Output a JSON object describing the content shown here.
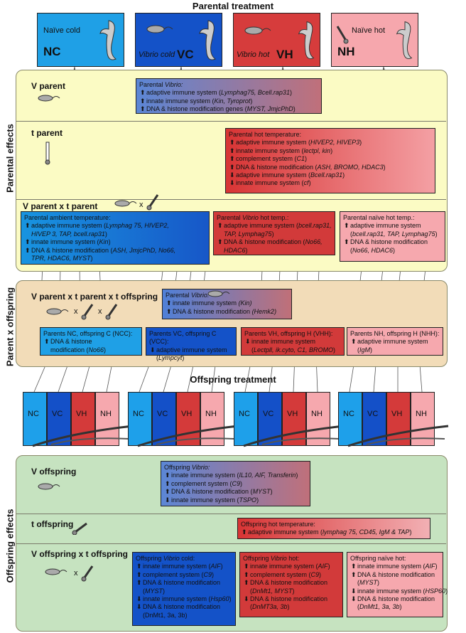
{
  "title_parental": "Parental treatment",
  "title_offspring": "Offspring treatment",
  "side_labels": {
    "parental": "Parental effects",
    "parent_offspring": "Parent x offspring",
    "offspring": "Offspring effects"
  },
  "parental_treatments": [
    {
      "name": "Naïve cold",
      "code": "NC",
      "color": "#1fa0e6"
    },
    {
      "name": "Vibrio cold",
      "code": "VC",
      "color": "#1452c8"
    },
    {
      "name": "Vibrio hot",
      "code": "VH",
      "color": "#d63c3c"
    },
    {
      "name": "Naïve hot",
      "code": "NH",
      "color": "#f6a7ad"
    }
  ],
  "rows": {
    "v_parent": "V parent",
    "t_parent": "t parent",
    "vxt_parent": "V parent x t parent",
    "x_symbol": "x",
    "vxtxo": "V parent x t parent x t offspring",
    "v_offspring": "V offspring",
    "t_offspring": "t offspring",
    "vxt_offspring": "V offspring x t offspring"
  },
  "boxes": {
    "parental_vibrio": {
      "head_pre": "Parental ",
      "head_it": "Vibrio:",
      "items": [
        {
          "dir": "up",
          "text": "adaptive immune system (",
          "it": "Lymphag75, Bcell.rap31",
          "end": ")"
        },
        {
          "dir": "up",
          "text": "innate immune system (",
          "it": "Kin, Tyroprot",
          "end": ")"
        },
        {
          "dir": "up",
          "text": "DNA & histone modification genes (",
          "it": "MYST, JmjcPhD",
          "end": ")"
        }
      ]
    },
    "parental_hot": {
      "head": "Parental hot temperature:",
      "items": [
        {
          "dir": "up",
          "text": "adaptive immune system (",
          "it": "HIVEP2, HIVEP3",
          "end": ")"
        },
        {
          "dir": "up",
          "text": "innate immune system (",
          "it": "lectpl, kin",
          "end": ")"
        },
        {
          "dir": "up",
          "text": "complement system (",
          "it": "C1",
          "end": ")"
        },
        {
          "dir": "up",
          "text": "DNA & histone modification (",
          "it": "ASH, BROMO, HDAC3",
          "end": ")"
        },
        {
          "dir": "down",
          "text": "adaptive immune system (",
          "it": "Bcell.rap31",
          "end": ")"
        },
        {
          "dir": "down",
          "text": "innate immune system (",
          "it": "cf",
          "end": ")"
        }
      ]
    },
    "parental_ambient": {
      "head": "Parental ambient temperature:",
      "lines": [
        {
          "dir": "up",
          "text": "adaptive immune system (",
          "it": "Lymphag 75, HIVEP2,",
          "end": ""
        },
        {
          "dir": "",
          "text": "",
          "it": "HIVEP 3, TAP, bcell.rap31",
          "end": ")"
        },
        {
          "dir": "up",
          "text": "innate immune system (",
          "it": "Kin",
          "end": ")"
        },
        {
          "dir": "up",
          "text": "DNA & histone modification (",
          "it": "ASH, JmjcPhD, No66,",
          "end": ""
        },
        {
          "dir": "",
          "text": "",
          "it": "TPR, HDAC6, MYST",
          "end": ")"
        }
      ]
    },
    "parental_vibrio_hot": {
      "head_pre": "Parental ",
      "head_it": "Vibrio",
      "head_post": " hot temp.:",
      "lines": [
        {
          "dir": "up",
          "text": "adaptive immune system (",
          "it": "bcell.rap31,",
          "end": ""
        },
        {
          "dir": "",
          "text": "",
          "it": "TAP, Lymphag75",
          "end": ")"
        },
        {
          "dir": "up",
          "text": "DNA & histone modification (",
          "it": "No66,",
          "end": ""
        },
        {
          "dir": "",
          "text": "",
          "it": "HDAC6",
          "end": ")"
        }
      ]
    },
    "parental_naive_hot": {
      "head": "Parental naïve hot temp.:",
      "lines": [
        {
          "dir": "up",
          "text": "adaptive immune system",
          "it": "",
          "end": ""
        },
        {
          "dir": "",
          "text": "(",
          "it": "bcell.rap31, TAP, Lymphag75",
          "end": ")"
        },
        {
          "dir": "up",
          "text": "DNA & histone modification",
          "it": "",
          "end": ""
        },
        {
          "dir": "",
          "text": "(",
          "it": "No66, HDAC6",
          "end": ")"
        }
      ]
    },
    "pxo_vibrio": {
      "head_pre": "Parental ",
      "head_it": "Vibrio:",
      "items": [
        {
          "dir": "up",
          "text": "innate immune system ",
          "it": "(Kin)",
          "end": ""
        },
        {
          "dir": "up",
          "text": "DNA & histone modification ",
          "it": "(Hemk2)",
          "end": ""
        }
      ]
    },
    "ncc": {
      "head": "Parents NC, offspring C (NCC):",
      "lines": [
        {
          "dir": "up",
          "text": "DNA & histone",
          "it": "",
          "end": ""
        },
        {
          "dir": "",
          "text": "modification (",
          "it": "No66",
          "end": ")"
        }
      ]
    },
    "vcc": {
      "head": "Parents VC, offspring C (VCC):",
      "lines": [
        {
          "dir": "down",
          "text": "adaptive immune system",
          "it": "",
          "end": ""
        },
        {
          "dir": "",
          "text": "(",
          "it": "Lympcyt",
          "end": ")"
        }
      ]
    },
    "vhh": {
      "head": "Parents VH, offspring H (VHH):",
      "lines": [
        {
          "dir": "down",
          "text": "innate immune system",
          "it": "",
          "end": ""
        },
        {
          "dir": "",
          "text": "(",
          "it": "Lectpll, ik.cyto, C1, BROMO",
          "end": ")"
        }
      ]
    },
    "nhh": {
      "head": "Parents NH, offspring H (NHH):",
      "lines": [
        {
          "dir": "up",
          "text": "adaptive immune system",
          "it": "",
          "end": ""
        },
        {
          "dir": "",
          "text": "(",
          "it": "IgM",
          "end": ")"
        }
      ]
    },
    "off_vibrio": {
      "head_pre": "Offspring ",
      "head_it": "Vibrio:",
      "items": [
        {
          "dir": "up",
          "text": "innate immune system (",
          "it": "IL10, AIF, Transferin",
          "end": ")"
        },
        {
          "dir": "up",
          "text": "complement system (",
          "it": "C9",
          "end": ")"
        },
        {
          "dir": "up",
          "text": "DNA & histone modification (",
          "it": "MYST",
          "end": ")"
        },
        {
          "dir": "down",
          "text": "innate immune system (",
          "it": "TSPO",
          "end": ")"
        }
      ]
    },
    "off_hot": {
      "head": "Offspring hot temperature:",
      "items": [
        {
          "dir": "up",
          "text": "adaptive immune system (",
          "it": "lymphag 75, CD45, IgM & TAP",
          "end": ")"
        }
      ]
    },
    "off_vibrio_cold": {
      "head_pre": "Offspring ",
      "head_it": "Vibrio",
      "head_post": " cold:",
      "lines": [
        {
          "dir": "up",
          "text": "innate immune system  (",
          "it": "AIF",
          "end": ")"
        },
        {
          "dir": "up",
          "text": "complement system  (",
          "it": "C9",
          "end": ")"
        },
        {
          "dir": "up",
          "text": "DNA & histone modification",
          "it": "",
          "end": ""
        },
        {
          "dir": "",
          "text": "(",
          "it": "MYST",
          "end": ")"
        },
        {
          "dir": "down",
          "text": "innate immune system  (",
          "it": "Hsp60",
          "end": ")"
        },
        {
          "dir": "down",
          "text": "DNA & histone modification",
          "it": "",
          "end": ""
        },
        {
          "dir": "",
          "text": "(DnMt1, 3a, 3b)",
          "it": "",
          "end": ""
        }
      ]
    },
    "off_vibrio_hot": {
      "head_pre": "Offspring ",
      "head_it": "Vibrio",
      "head_post": " hot:",
      "lines": [
        {
          "dir": "up",
          "text": "innate immune system  (",
          "it": "AIF",
          "end": ")"
        },
        {
          "dir": "up",
          "text": "complement system  (",
          "it": "C9",
          "end": ")"
        },
        {
          "dir": "up",
          "text": "DNA & histone modification",
          "it": "",
          "end": ""
        },
        {
          "dir": "",
          "text": "(",
          "it": "DnMt1, MYST",
          "end": ")"
        },
        {
          "dir": "down",
          "text": "DNA & histone modification",
          "it": "",
          "end": ""
        },
        {
          "dir": "",
          "text": "(",
          "it": "DnMT3a, 3b",
          "end": ")"
        }
      ]
    },
    "off_naive_hot": {
      "head": "Offspring naïve hot:",
      "lines": [
        {
          "dir": "up",
          "text": "innate immune system  (",
          "it": "AIF",
          "end": ")"
        },
        {
          "dir": "up",
          "text": "DNA & histone modification",
          "it": "",
          "end": ""
        },
        {
          "dir": "",
          "text": "(",
          "it": "MYST",
          "end": ")"
        },
        {
          "dir": "down",
          "text": "innate immune system  (",
          "it": "HSP60",
          "end": ")"
        },
        {
          "dir": "down",
          "text": "DNA & histone modification",
          "it": "",
          "end": ""
        },
        {
          "dir": "",
          "text": "(",
          "it": "DnMt1, 3a, 3b",
          "end": ")"
        }
      ]
    }
  },
  "offspring_tiles": [
    "NC",
    "VC",
    "VH",
    "NH"
  ],
  "colors": {
    "yellow_panel": "#fbfbc4",
    "tan_panel": "#f2dcb8",
    "green_panel": "#c6e3c0",
    "light_blue": "#1ea0ea",
    "dark_blue": "#1450c8",
    "red": "#d43a3a",
    "pink": "#f6a8ae"
  },
  "icons": [
    "seahorse-icon",
    "vibrio-bacterium-icon",
    "thermometer-icon"
  ]
}
